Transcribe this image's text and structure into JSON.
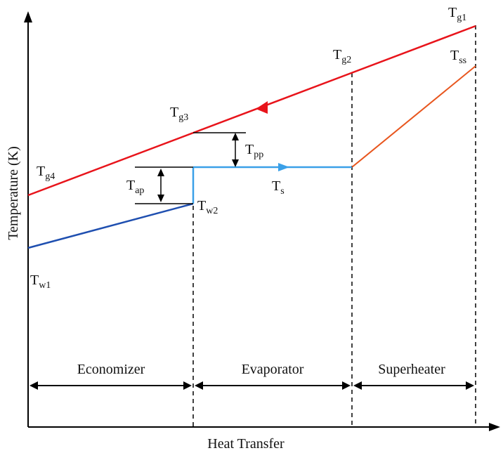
{
  "axes": {
    "xlabel": "Heat Transfer",
    "ylabel": "Temperature (K)"
  },
  "sections": [
    {
      "name": "Economizer"
    },
    {
      "name": "Evaporator"
    },
    {
      "name": "Superheater"
    }
  ],
  "labels": {
    "tg1": {
      "main": "T",
      "sub": "g1"
    },
    "tg2": {
      "main": "T",
      "sub": "g2"
    },
    "tg3": {
      "main": "T",
      "sub": "g3"
    },
    "tg4": {
      "main": "T",
      "sub": "g4"
    },
    "tss": {
      "main": "T",
      "sub": "ss"
    },
    "tpp": {
      "main": "T",
      "sub": "pp"
    },
    "tap": {
      "main": "T",
      "sub": "ap"
    },
    "ts": {
      "main": "T",
      "sub": "s"
    },
    "tw1": {
      "main": "T",
      "sub": "w1"
    },
    "tw2": {
      "main": "T",
      "sub": "w2"
    }
  },
  "colors": {
    "gas_line": "#e8141b",
    "economizer_water_line": "#1f4fb0",
    "evaporator_steam_line": "#3aa0e8",
    "superheater_steam_line": "#e8561e",
    "axis": "#000000"
  }
}
